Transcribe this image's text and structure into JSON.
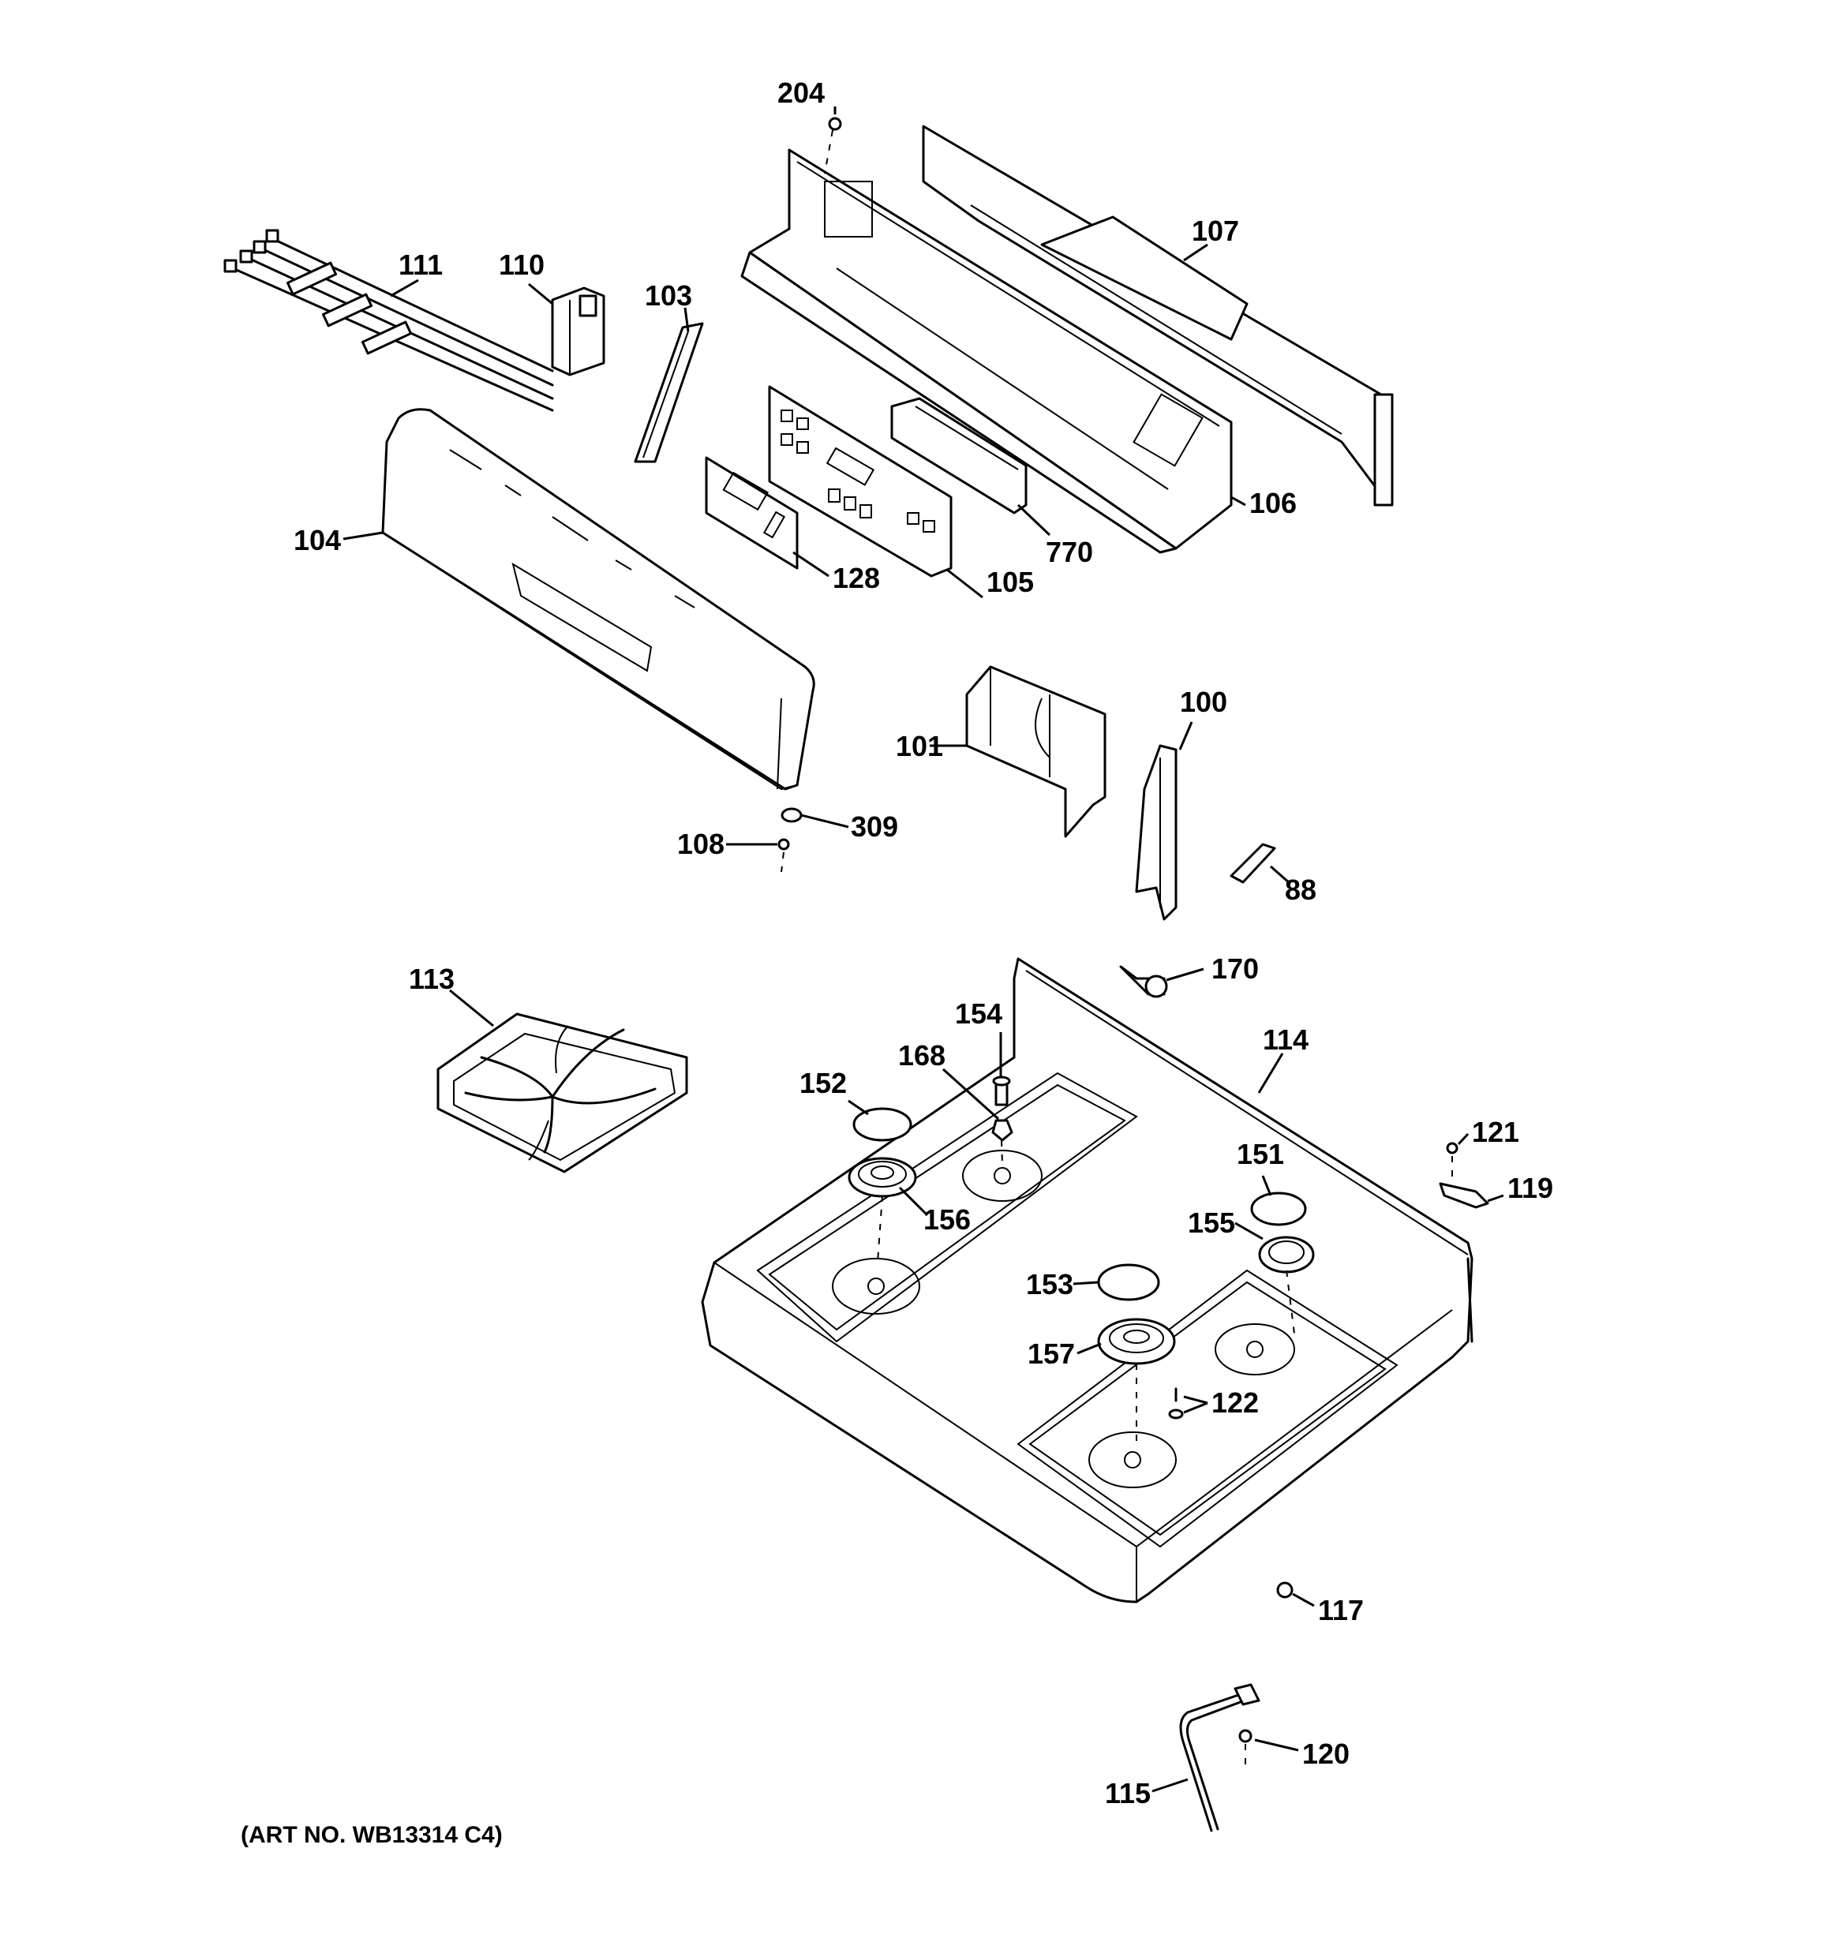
{
  "diagram": {
    "art_number": "(ART NO. WB13314 C4)",
    "labels": {
      "p204": "204",
      "p107": "107",
      "p111": "111",
      "p110": "110",
      "p103": "103",
      "p104": "104",
      "p128": "128",
      "p105": "105",
      "p770": "770",
      "p106": "106",
      "p100": "100",
      "p101": "101",
      "p309": "309",
      "p108": "108",
      "p88": "88",
      "p113": "113",
      "p170": "170",
      "p154": "154",
      "p114": "114",
      "p168": "168",
      "p152": "152",
      "p156": "156",
      "p121": "121",
      "p151": "151",
      "p119": "119",
      "p155": "155",
      "p153": "153",
      "p157": "157",
      "p122": "122",
      "p117": "117",
      "p120": "120",
      "p115": "115"
    }
  }
}
